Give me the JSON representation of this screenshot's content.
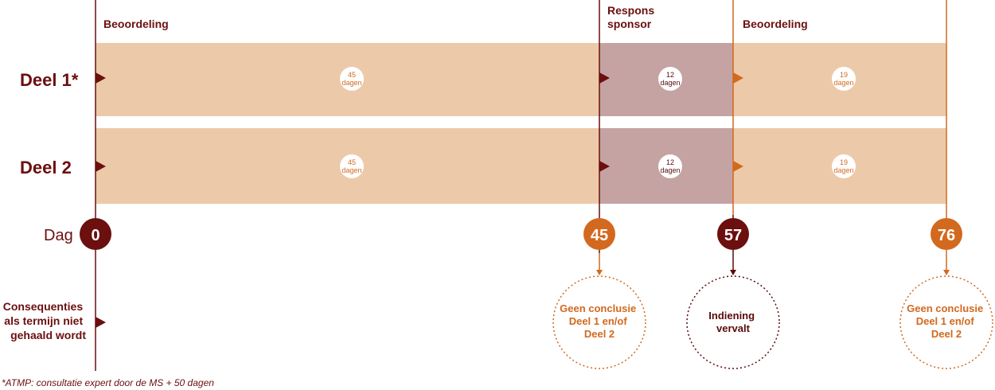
{
  "phases": [
    {
      "label_lines": [
        "Beoordeling"
      ]
    },
    {
      "label_lines": [
        "Respons",
        "sponsor"
      ]
    },
    {
      "label_lines": [
        "Beoordeling"
      ]
    }
  ],
  "rows": [
    {
      "label": "Deel 1*",
      "segments": [
        {
          "days_text": "45",
          "unit": "dagen"
        },
        {
          "days_text": "12",
          "unit": "dagen"
        },
        {
          "days_text": "19",
          "unit": "dagen"
        }
      ]
    },
    {
      "label": "Deel 2",
      "segments": [
        {
          "days_text": "45",
          "unit": "dagen"
        },
        {
          "days_text": "12",
          "unit": "dagen"
        },
        {
          "days_text": "19",
          "unit": "dagen"
        }
      ]
    }
  ],
  "day_axis": {
    "label": "Dag",
    "milestones": [
      {
        "day": "0",
        "color": "#6b0f0f"
      },
      {
        "day": "45",
        "color": "#d2691e"
      },
      {
        "day": "57",
        "color": "#6b0f0f"
      },
      {
        "day": "76",
        "color": "#d2691e"
      }
    ]
  },
  "consequences": {
    "label_lines": [
      "Consequenties",
      "als termijn niet",
      "gehaald wordt"
    ],
    "items": [
      {
        "lines": [
          "Geen conclusie",
          "Deel 1 en/of",
          "Deel 2"
        ],
        "color": "#d2691e"
      },
      {
        "lines": [
          "Indiening",
          "vervalt"
        ],
        "color": "#5a0a0a"
      },
      {
        "lines": [
          "Geen conclusie",
          "Deel 1 en/of",
          "Deel 2"
        ],
        "color": "#d2691e"
      }
    ]
  },
  "footnote": "*ATMP: consultatie expert door de MS + 50 dagen",
  "colors": {
    "dark_red": "#6b0f0f",
    "orange": "#d2691e",
    "band_light": "#eccaa9",
    "band_sponsor": "#c5a3a3"
  }
}
